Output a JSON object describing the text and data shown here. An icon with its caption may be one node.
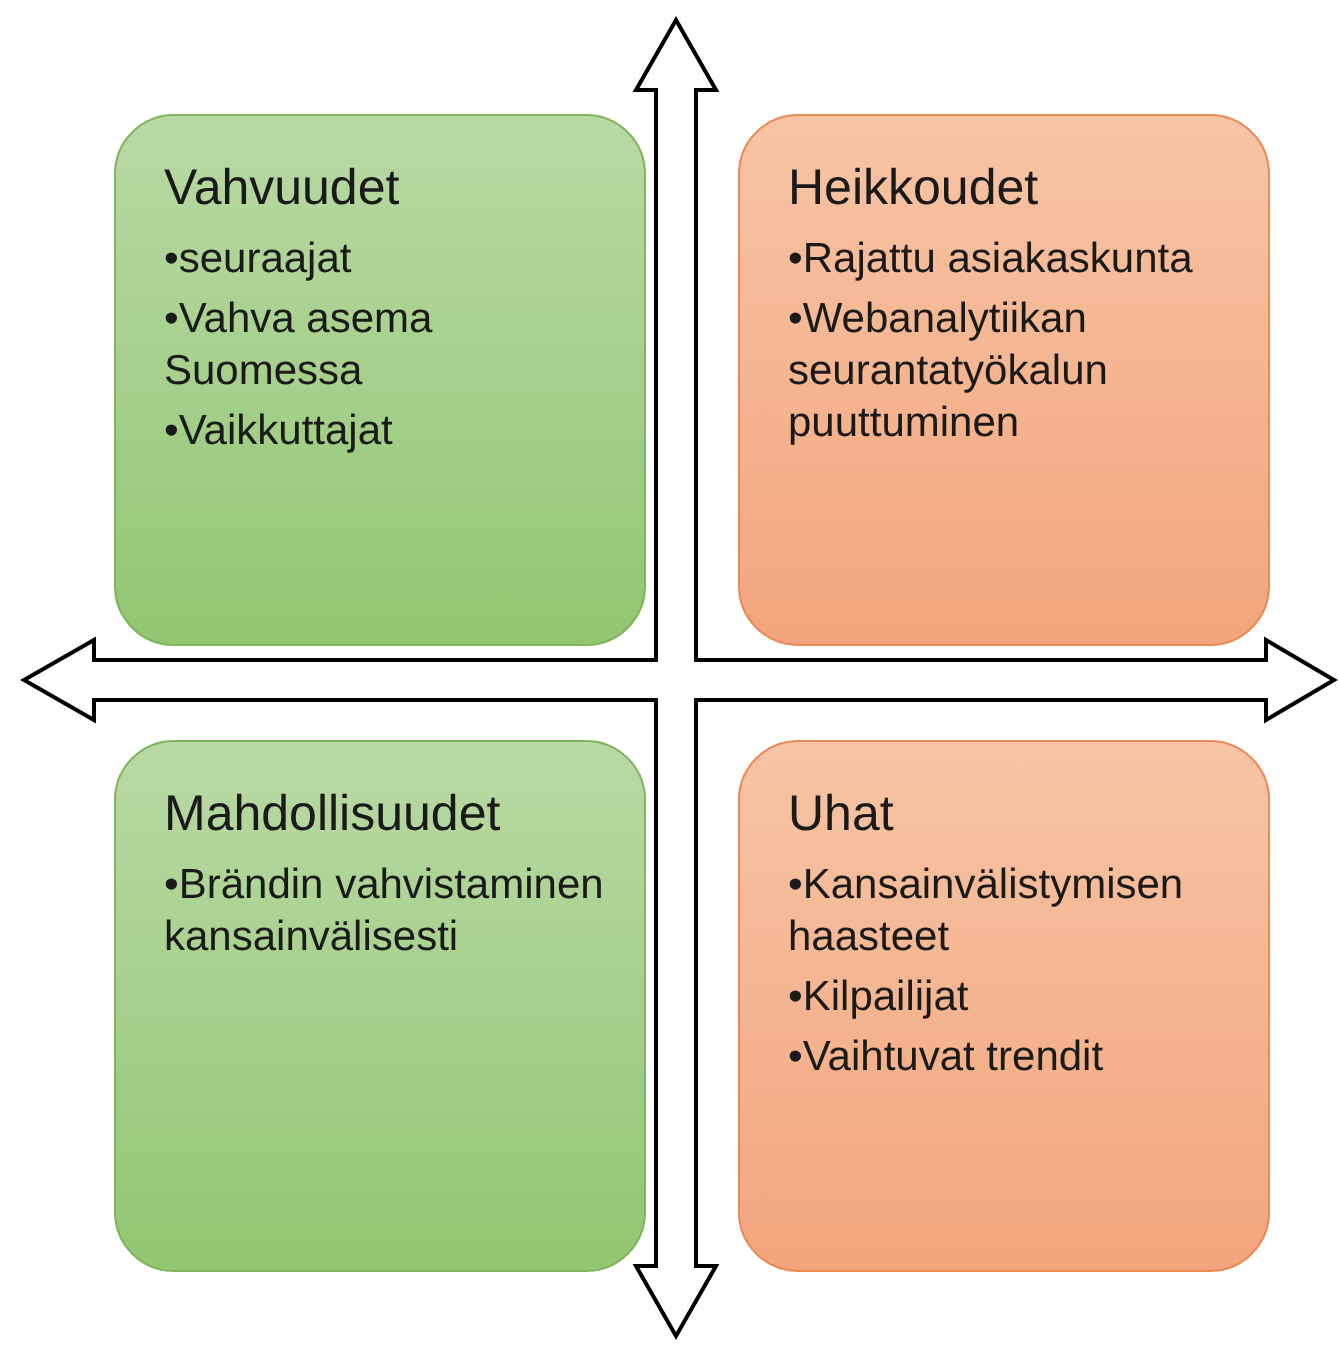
{
  "diagram": {
    "nodes": [
      {
        "text": [
          "Vahvuudet",
          "•seuraajat",
          "•Vahva asema Suomessa",
          "•Vaikkuttajat"
        ]
      },
      {
        "text": [
          "Heikkoudet",
          "•Rajattu asiakaskunta",
          "•Webanalytiikan seurantatyökalun puuttuminen"
        ]
      },
      {
        "text": [
          "Mahdollisuudet",
          "•Brändin vahvistaminen kansainvälisesti"
        ]
      },
      {
        "text": [
          "Uhat",
          "•Kansainvälistymisen haasteet",
          "•Kilpailijat",
          "•Vaihtuvat trendit"
        ]
      }
    ]
  }
}
